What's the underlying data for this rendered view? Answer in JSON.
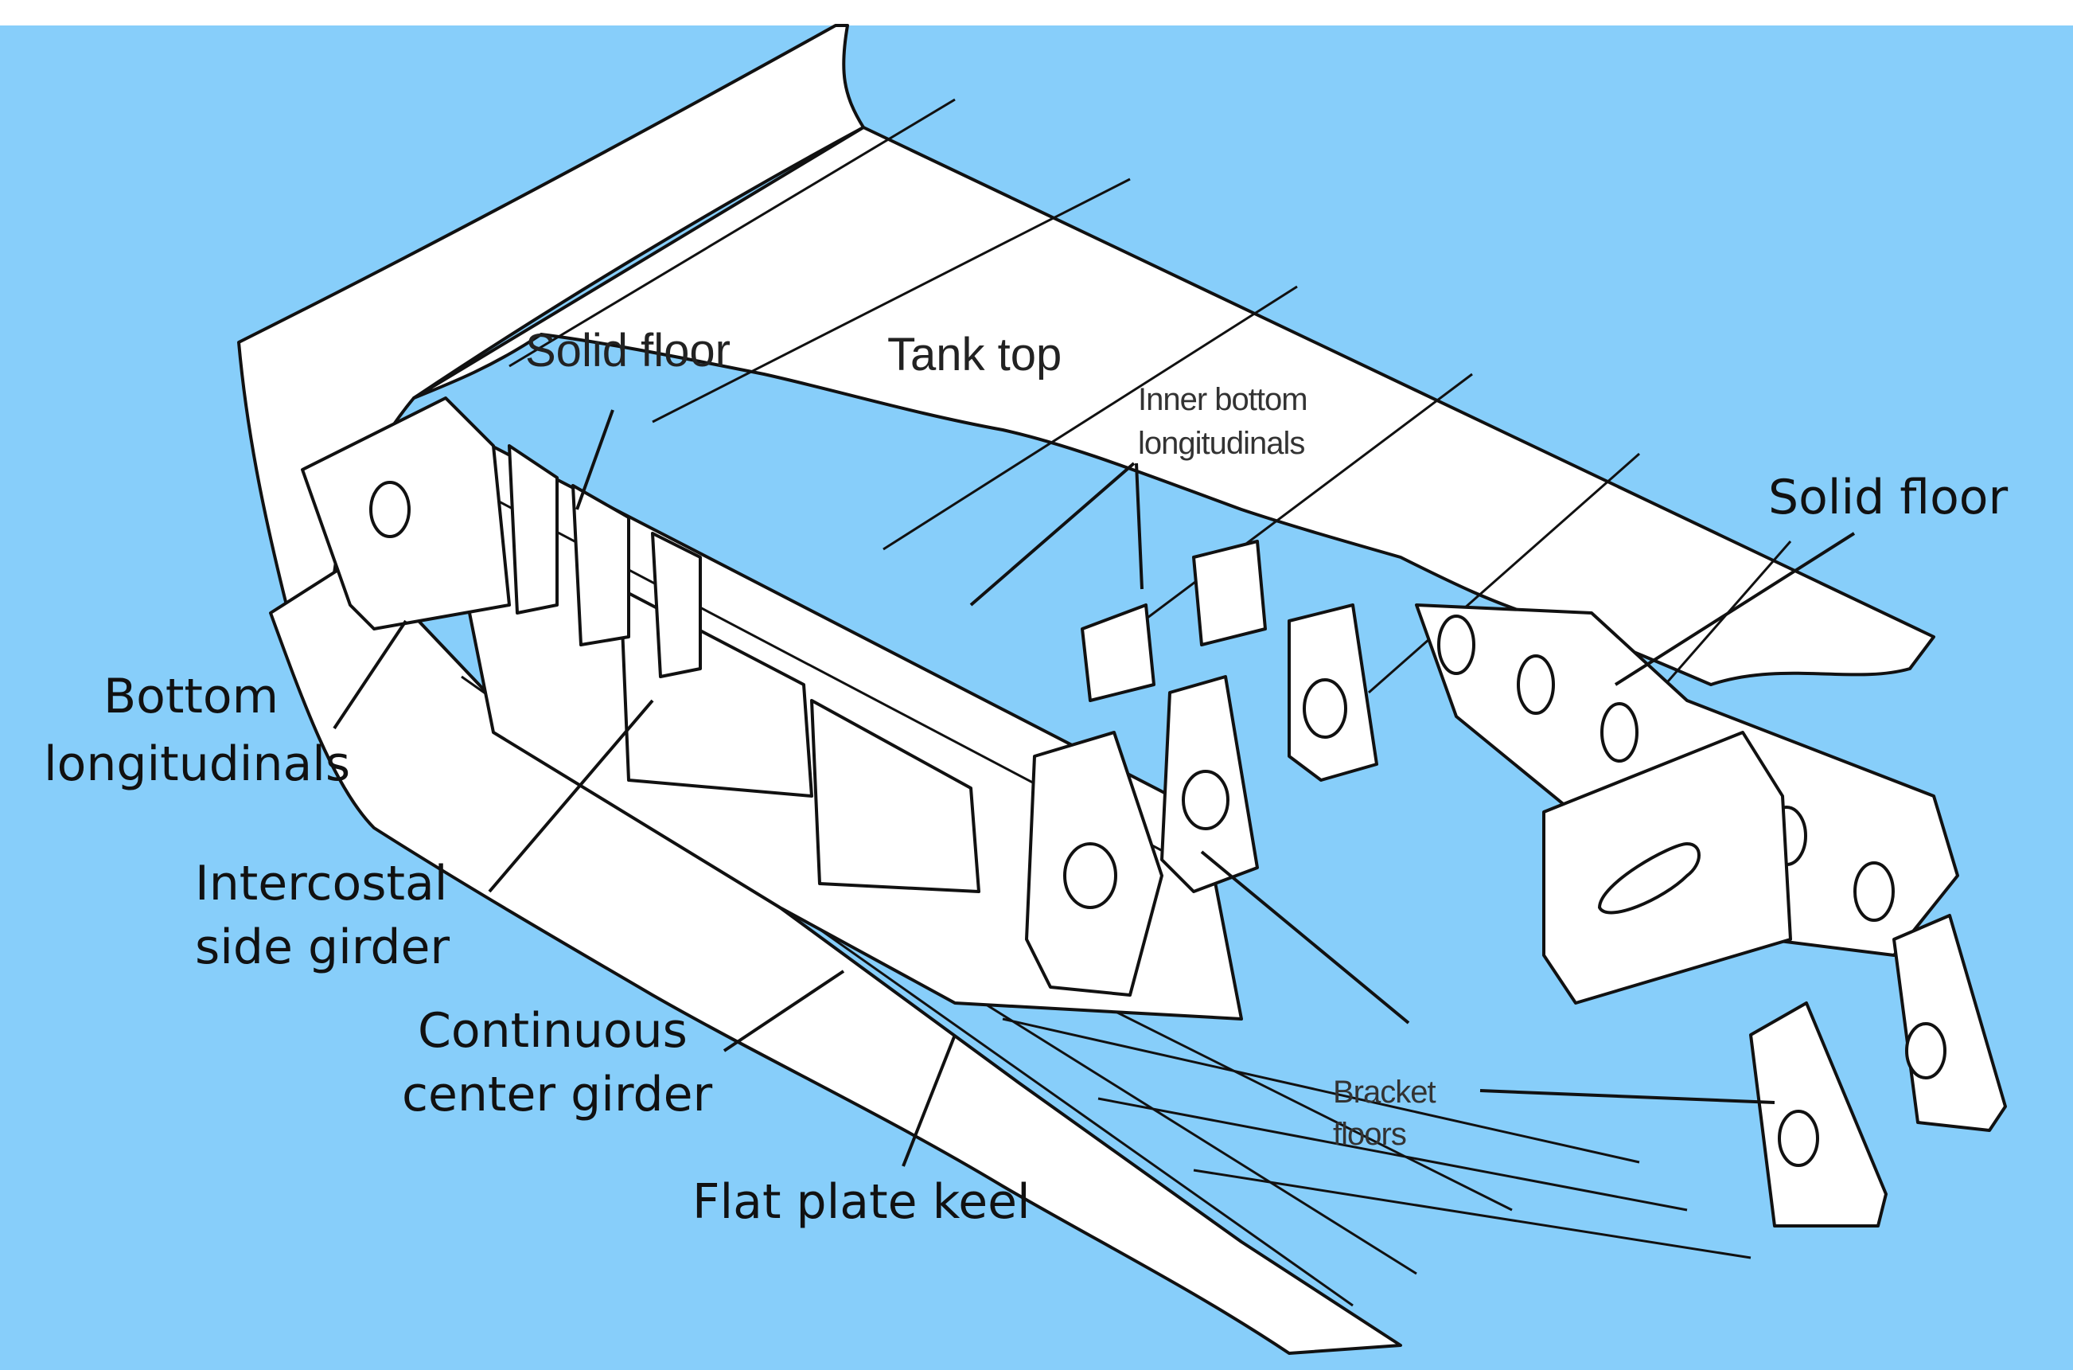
{
  "colors": {
    "background": "#87cefa",
    "top_strip": "#ffffff",
    "plate": "#ffffff",
    "line": "#111111"
  },
  "labels": {
    "solid_floor_left": "Solid floor",
    "tank_top": "Tank top",
    "inner_bottom_line1": "Inner bottom",
    "inner_bottom_line2": "longitudinals",
    "solid_floor_right": "Solid floor",
    "bottom_longitudinals_line1": "Bottom",
    "bottom_longitudinals_line2": "longitudinals",
    "intercostal_line1": "Intercostal",
    "intercostal_line2": "side girder",
    "continuous_line1": "Continuous",
    "continuous_line2": "center girder",
    "flat_plate_keel": "Flat plate keel",
    "bracket_floors_line1": "Bracket",
    "bracket_floors_line2": "floors"
  }
}
